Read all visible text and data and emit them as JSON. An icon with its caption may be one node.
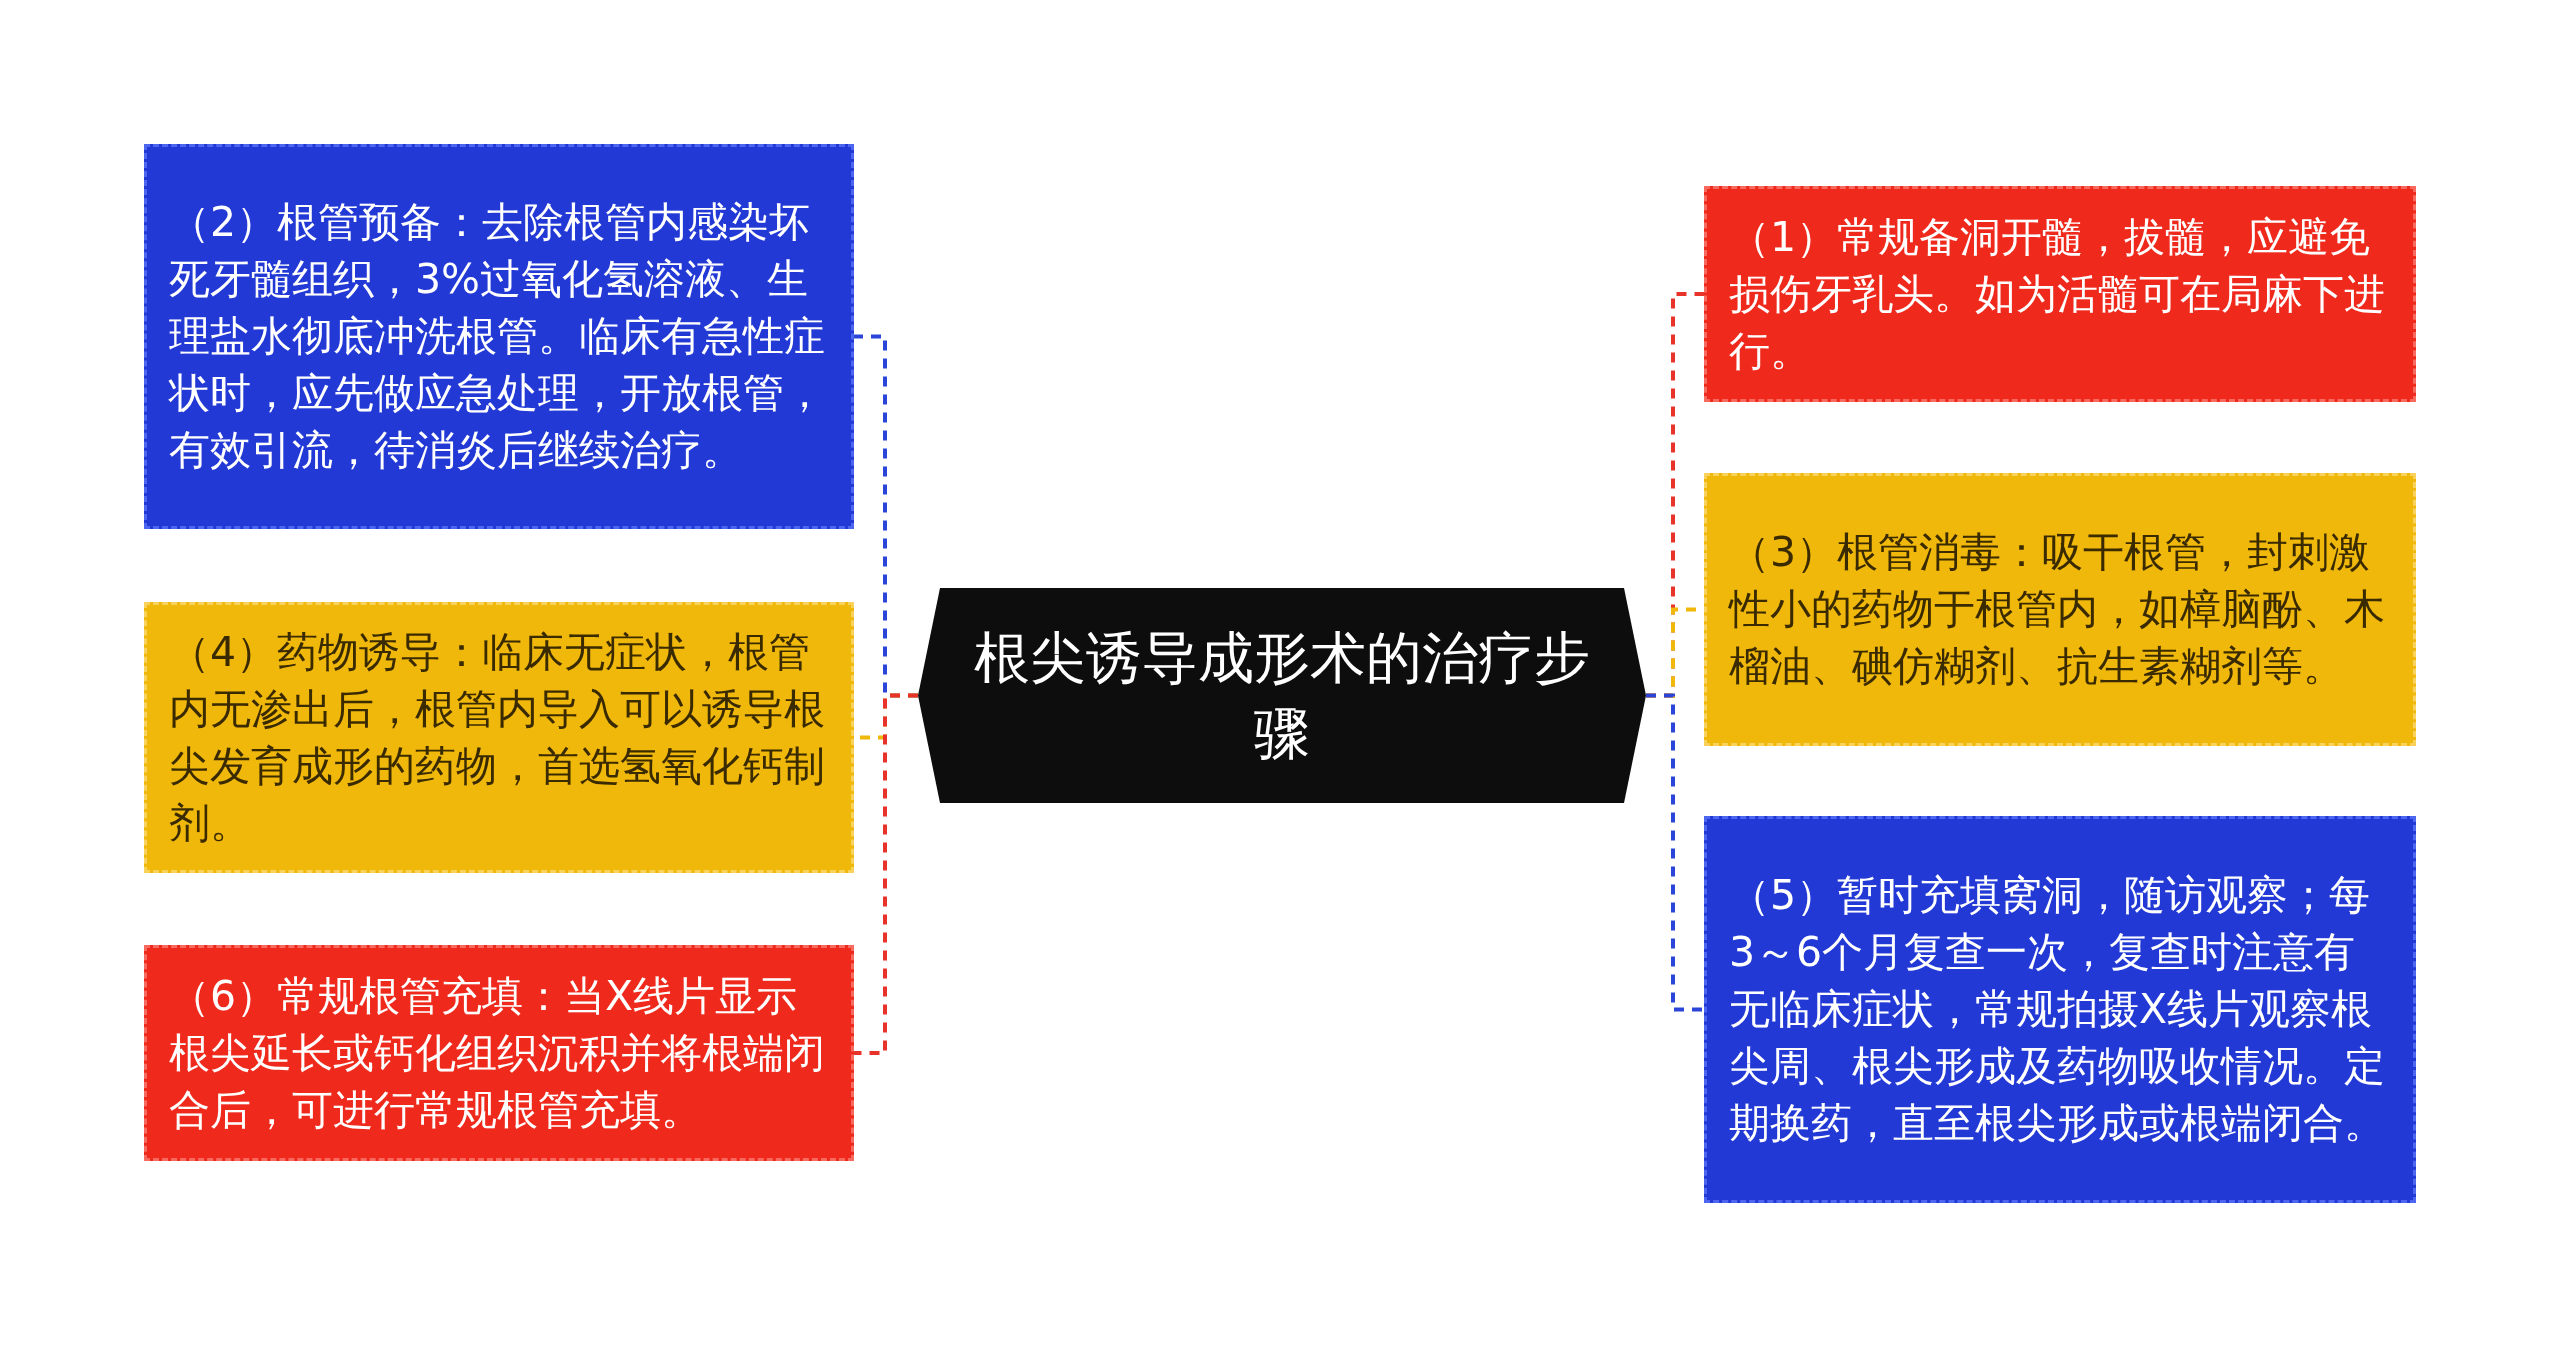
{
  "diagram": {
    "nodes": [
      {
        "text": [
          "根尖诱导成形术的治疗步骤"
        ]
      },
      {
        "text": [
          "（1）常规备洞开髓，拔髓，应避免损伤牙乳头。如为活髓可在局麻下进行。"
        ]
      },
      {
        "text": [
          "（2）根管预备：去除根管内感染坏死牙髓组织，3%过氧化氢溶液、生理盐水彻底冲洗根管。临床有急性症状时，应先做应急处理，开放根管，有效引流，待消炎后继续治疗。"
        ]
      },
      {
        "text": [
          "（3）根管消毒：吸干根管，封刺激性小的药物于根管内，如樟脑酚、木榴油、碘仿糊剂、抗生素糊剂等。"
        ]
      },
      {
        "text": [
          "（4）药物诱导：临床无症状，根管内无渗出后，根管内导入可以诱导根尖发育成形的药物，首选氢氧化钙制剂。"
        ]
      },
      {
        "text": [
          "（5）暂时充填窝洞，随访观察；每3～6个月复查一次，复查时注意有无临床症状，常规拍摄X线片观察根尖周、根尖形成及药物吸收情况。定期换药，直至根尖形成或根端闭合。"
        ]
      },
      {
        "text": [
          "（6）常规根管充填：当X线片显示根尖延长或钙化组织沉积并将根端闭合后，可进行常规根管充填。"
        ]
      }
    ],
    "edges": [
      {
        "from": 0,
        "to": 1,
        "arrow": "none",
        "style": "dashed",
        "color": "#e8332a"
      },
      {
        "from": 0,
        "to": 2,
        "arrow": "none",
        "style": "dashed",
        "color": "#2a45d8"
      },
      {
        "from": 0,
        "to": 3,
        "arrow": "none",
        "style": "dashed",
        "color": "#f0b80b"
      },
      {
        "from": 0,
        "to": 4,
        "arrow": "none",
        "style": "dashed",
        "color": "#f0b80b"
      },
      {
        "from": 0,
        "to": 5,
        "arrow": "none",
        "style": "dashed",
        "color": "#2a45d8"
      },
      {
        "from": 0,
        "to": 6,
        "arrow": "none",
        "style": "dashed",
        "color": "#e8332a"
      }
    ]
  }
}
